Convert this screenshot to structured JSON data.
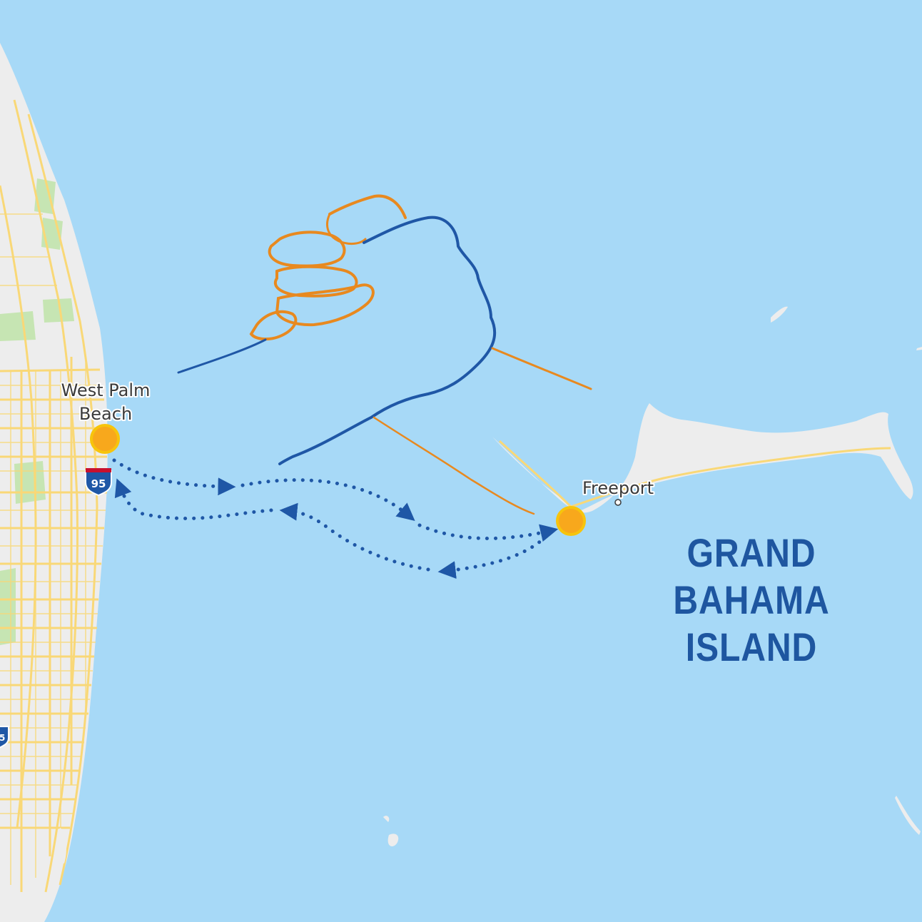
{
  "map": {
    "places": {
      "west_palm_beach": {
        "label_line1": "West Palm",
        "label_line2": "Beach"
      },
      "freeport": {
        "label": "Freeport"
      }
    },
    "highway_shields": {
      "i95_north": "95",
      "i95_south": "95"
    },
    "island_title": {
      "line1": "GRAND BAHAMA",
      "line2": "ISLAND"
    },
    "icons": {
      "ferry_route": "dotted-arrow-route",
      "handshake": "handshake-icon",
      "location_marker": "orange-circle-marker"
    },
    "colors": {
      "water": "#a7d9f7",
      "land": "#ededed",
      "park": "#c6e5b3",
      "road": "#f9d877",
      "route_blue": "#1f57a6",
      "accent_orange": "#e8891f",
      "marker_fill": "#f8a81c",
      "marker_stroke": "#f7c40c",
      "title_blue": "#1e56a0"
    }
  }
}
